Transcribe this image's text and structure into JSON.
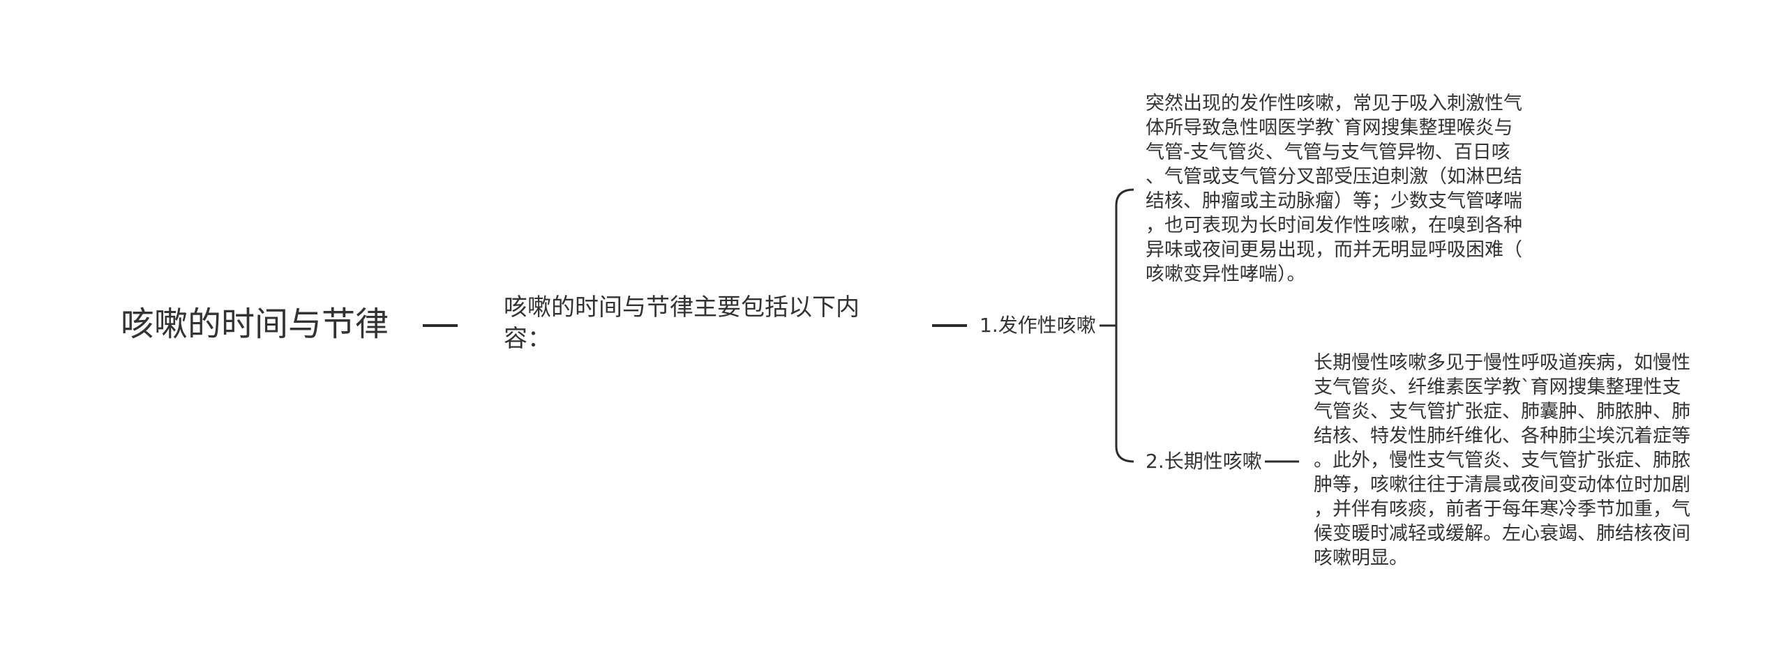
{
  "root": {
    "title": "咳嗽的时间与节律"
  },
  "summary": {
    "text": "咳嗽的时间与节律主要包括以下内容："
  },
  "branches": [
    {
      "label": "1.发作性咳嗽",
      "detail_lines": [
        "突然出现的发作性咳嗽，常见于吸入刺激性气",
        "体所导致急性咽医学教`育网搜集整理喉炎与",
        "气管-支气管炎、气管与支气管异物、百日咳",
        "、气管或支气管分叉部受压迫刺激（如淋巴结",
        "结核、肿瘤或主动脉瘤）等；少数支气管哮喘",
        "，也可表现为长时间发作性咳嗽，在嗅到各种",
        "异味或夜间更易出现，而并无明显呼吸困难（",
        "咳嗽变异性哮喘）。"
      ]
    },
    {
      "label": "2.长期性咳嗽",
      "detail_lines": [
        "长期慢性咳嗽多见于慢性呼吸道疾病，如慢性",
        "支气管炎、纤维素医学教`育网搜集整理性支",
        "气管炎、支气管扩张症、肺囊肿、肺脓肿、肺",
        "结核、特发性肺纤维化、各种肺尘埃沉着症等",
        "。此外，慢性支气管炎、支气管扩张症、肺脓",
        "肿等，咳嗽往往于清晨或夜间变动体位时加剧",
        "，并伴有咳痰，前者于每年寒冷季节加重，气",
        "候变暖时减轻或缓解。左心衰竭、肺结核夜间",
        "咳嗽明显。"
      ]
    }
  ],
  "style": {
    "line_color": "#2b2b2b",
    "text_color": "#333333"
  }
}
